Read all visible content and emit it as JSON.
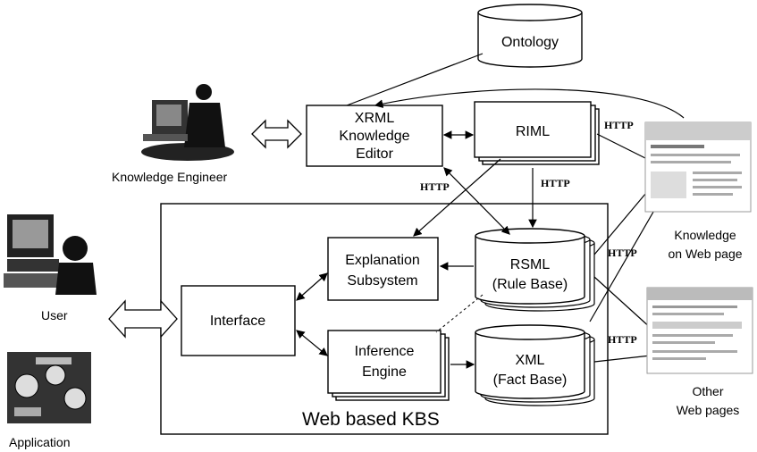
{
  "nodes": {
    "ontology": "Ontology",
    "xrml_editor": [
      "XRML",
      "Knowledge",
      "Editor"
    ],
    "riml": "RIML",
    "explanation": [
      "Explanation",
      "Subsystem"
    ],
    "interface": "Interface",
    "inference": [
      "Inference",
      "Engine"
    ],
    "rsml": [
      "RSML",
      "(Rule Base)"
    ],
    "xml": [
      "XML",
      "(Fact Base)"
    ],
    "kbs_title": "Web based KBS"
  },
  "actors": {
    "knowledge_engineer": "Knowledge Engineer",
    "user": "User",
    "application": "Application"
  },
  "web": {
    "knowledge_pages": [
      "Knowledge",
      "on Web page"
    ],
    "other_pages": [
      "Other",
      "Web pages"
    ]
  },
  "http_label": "HTTP"
}
